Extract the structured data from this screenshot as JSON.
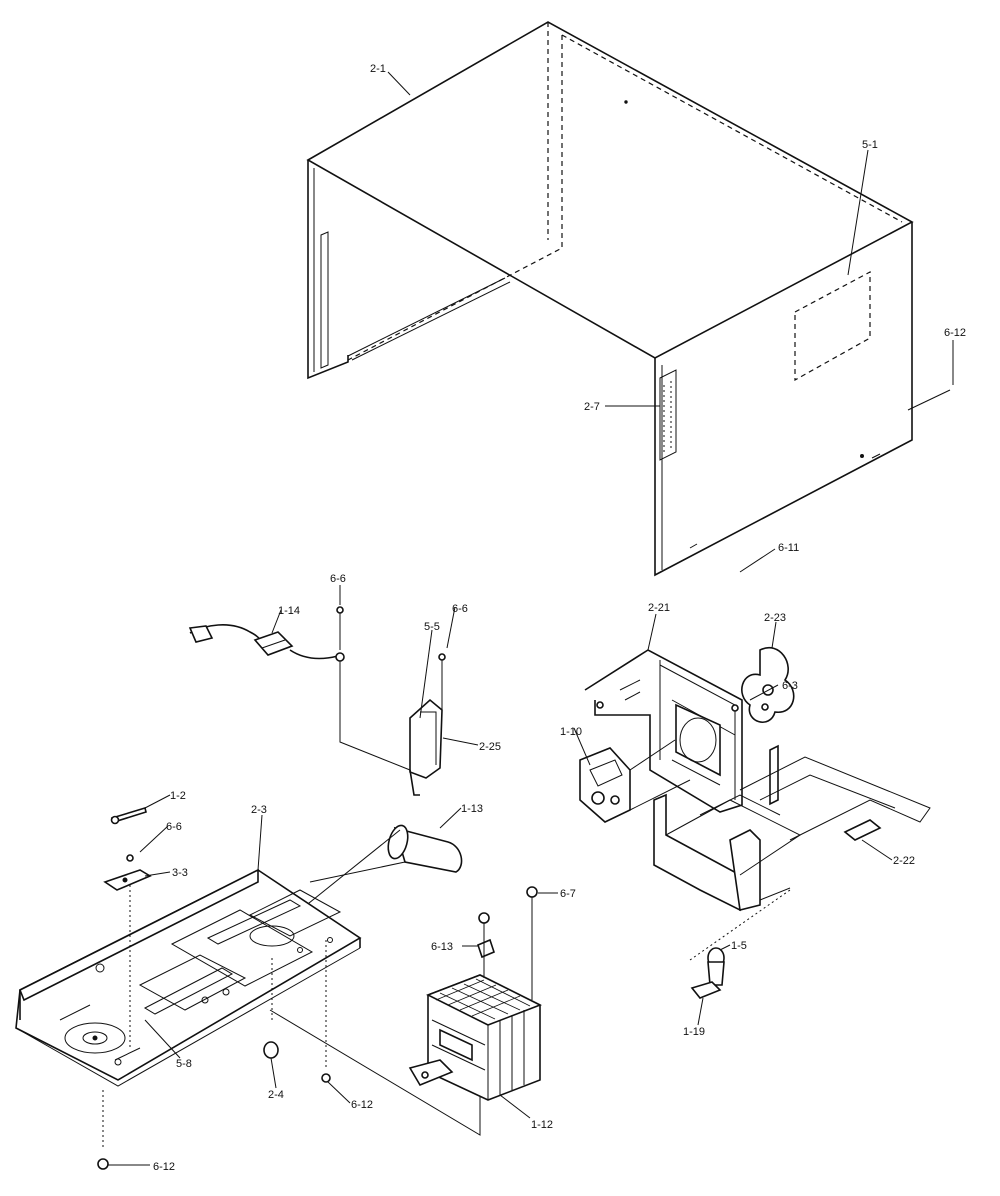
{
  "labels": {
    "l_2_1": "2-1",
    "l_5_1": "5-1",
    "l_6_12_a": "6-12",
    "l_2_7": "2-7",
    "l_6_11": "6-11",
    "l_6_6_a": "6-6",
    "l_1_14": "1-14",
    "l_5_5": "5-5",
    "l_6_6_b": "6-6",
    "l_2_25": "2-25",
    "l_2_21": "2-21",
    "l_2_23": "2-23",
    "l_6_3": "6-3",
    "l_1_10": "1-10",
    "l_1_2": "1-2",
    "l_6_6_c": "6-6",
    "l_3_3": "3-3",
    "l_2_3": "2-3",
    "l_1_13": "1-13",
    "l_2_22": "2-22",
    "l_6_7": "6-7",
    "l_6_13": "6-13",
    "l_1_5": "1-5",
    "l_1_19": "1-19",
    "l_5_8": "5-8",
    "l_2_4": "2-4",
    "l_6_12_b": "6-12",
    "l_1_12": "1-12",
    "l_6_12_c": "6-12"
  }
}
